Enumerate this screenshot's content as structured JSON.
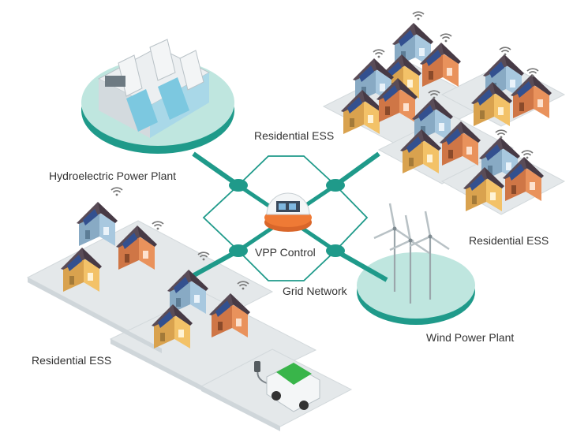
{
  "labels": {
    "hydro": "Hydroelectric Power Plant",
    "ess_top": "Residential ESS",
    "ess_right": "Residential ESS",
    "ess_left": "Residential ESS",
    "vpp": "VPP Control",
    "grid": "Grid Network",
    "wind": "Wind Power Plant"
  },
  "colors": {
    "teal": "#1f9a8a",
    "teal_light": "#bfe6df",
    "teal_mid": "#9bd3c8",
    "ground": "#e4e8ea",
    "ground_edge": "#cfd6da",
    "house_yellow": "#f3c268",
    "house_orange": "#e9925c",
    "house_blue": "#a8c8df",
    "roof": "#5a4c57",
    "solar": "#33508f",
    "vpp_orange": "#ef7a35",
    "car_green": "#39b54a"
  },
  "icons": [
    "hydro-dam-icon",
    "house-icon",
    "solar-panel-icon",
    "wifi-icon",
    "wind-turbine-icon",
    "vpp-dome-icon",
    "electric-car-icon",
    "charger-icon"
  ]
}
